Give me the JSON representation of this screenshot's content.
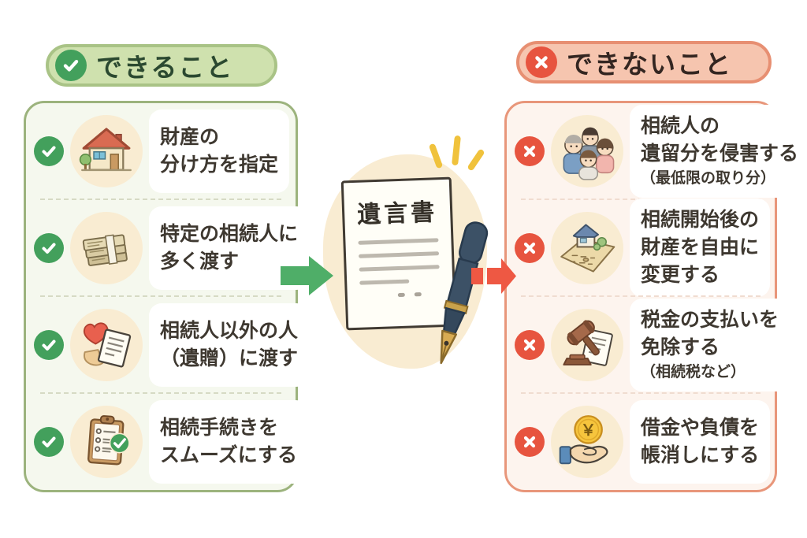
{
  "left_section": {
    "header": {
      "label": "できること",
      "icon": "check-icon",
      "pill_bg": "#cfe1ae",
      "pill_border": "#a9c386",
      "badge_color": "#43a05c",
      "text_color": "#2b4930"
    },
    "panel": {
      "bg": "#f5f8ee",
      "border": "#9cb37d",
      "badge_color": "#43a05c"
    },
    "items": [
      {
        "icon": "house-icon",
        "lines": [
          "財産の",
          "分け方を指定"
        ]
      },
      {
        "icon": "money-stack-icon",
        "lines": [
          "特定の相続人に",
          "多く渡す"
        ]
      },
      {
        "icon": "heart-document-icon",
        "lines": [
          "相続人以外の人",
          "（遺贈）に渡す"
        ]
      },
      {
        "icon": "clipboard-check-icon",
        "lines": [
          "相続手続きを",
          "スムーズにする"
        ]
      }
    ]
  },
  "right_section": {
    "header": {
      "label": "できないこと",
      "icon": "cross-icon",
      "pill_bg": "#f6c5af",
      "pill_border": "#e78f72",
      "badge_color": "#e7543f",
      "text_color": "#342621"
    },
    "panel": {
      "bg": "#fdf4ee",
      "border": "#e8967a",
      "badge_color": "#e7543f"
    },
    "items": [
      {
        "icon": "family-icon",
        "lines": [
          "相続人の",
          "遺留分を侵害する"
        ],
        "note": "（最低限の取り分）"
      },
      {
        "icon": "land-house-icon",
        "lines": [
          "相続開始後の",
          "財産を自由に",
          "変更する"
        ]
      },
      {
        "icon": "gavel-icon",
        "lines": [
          "税金の支払いを",
          "免除する"
        ],
        "note": "（相続税など）"
      },
      {
        "icon": "hand-coin-icon",
        "lines": [
          "借金や負債を",
          "帳消しにする"
        ]
      }
    ]
  },
  "center": {
    "document_title": "遺言書",
    "coin_symbol": "￥",
    "arrow_in_color": "#4fae68",
    "arrow_out_color": "#ee5843"
  }
}
